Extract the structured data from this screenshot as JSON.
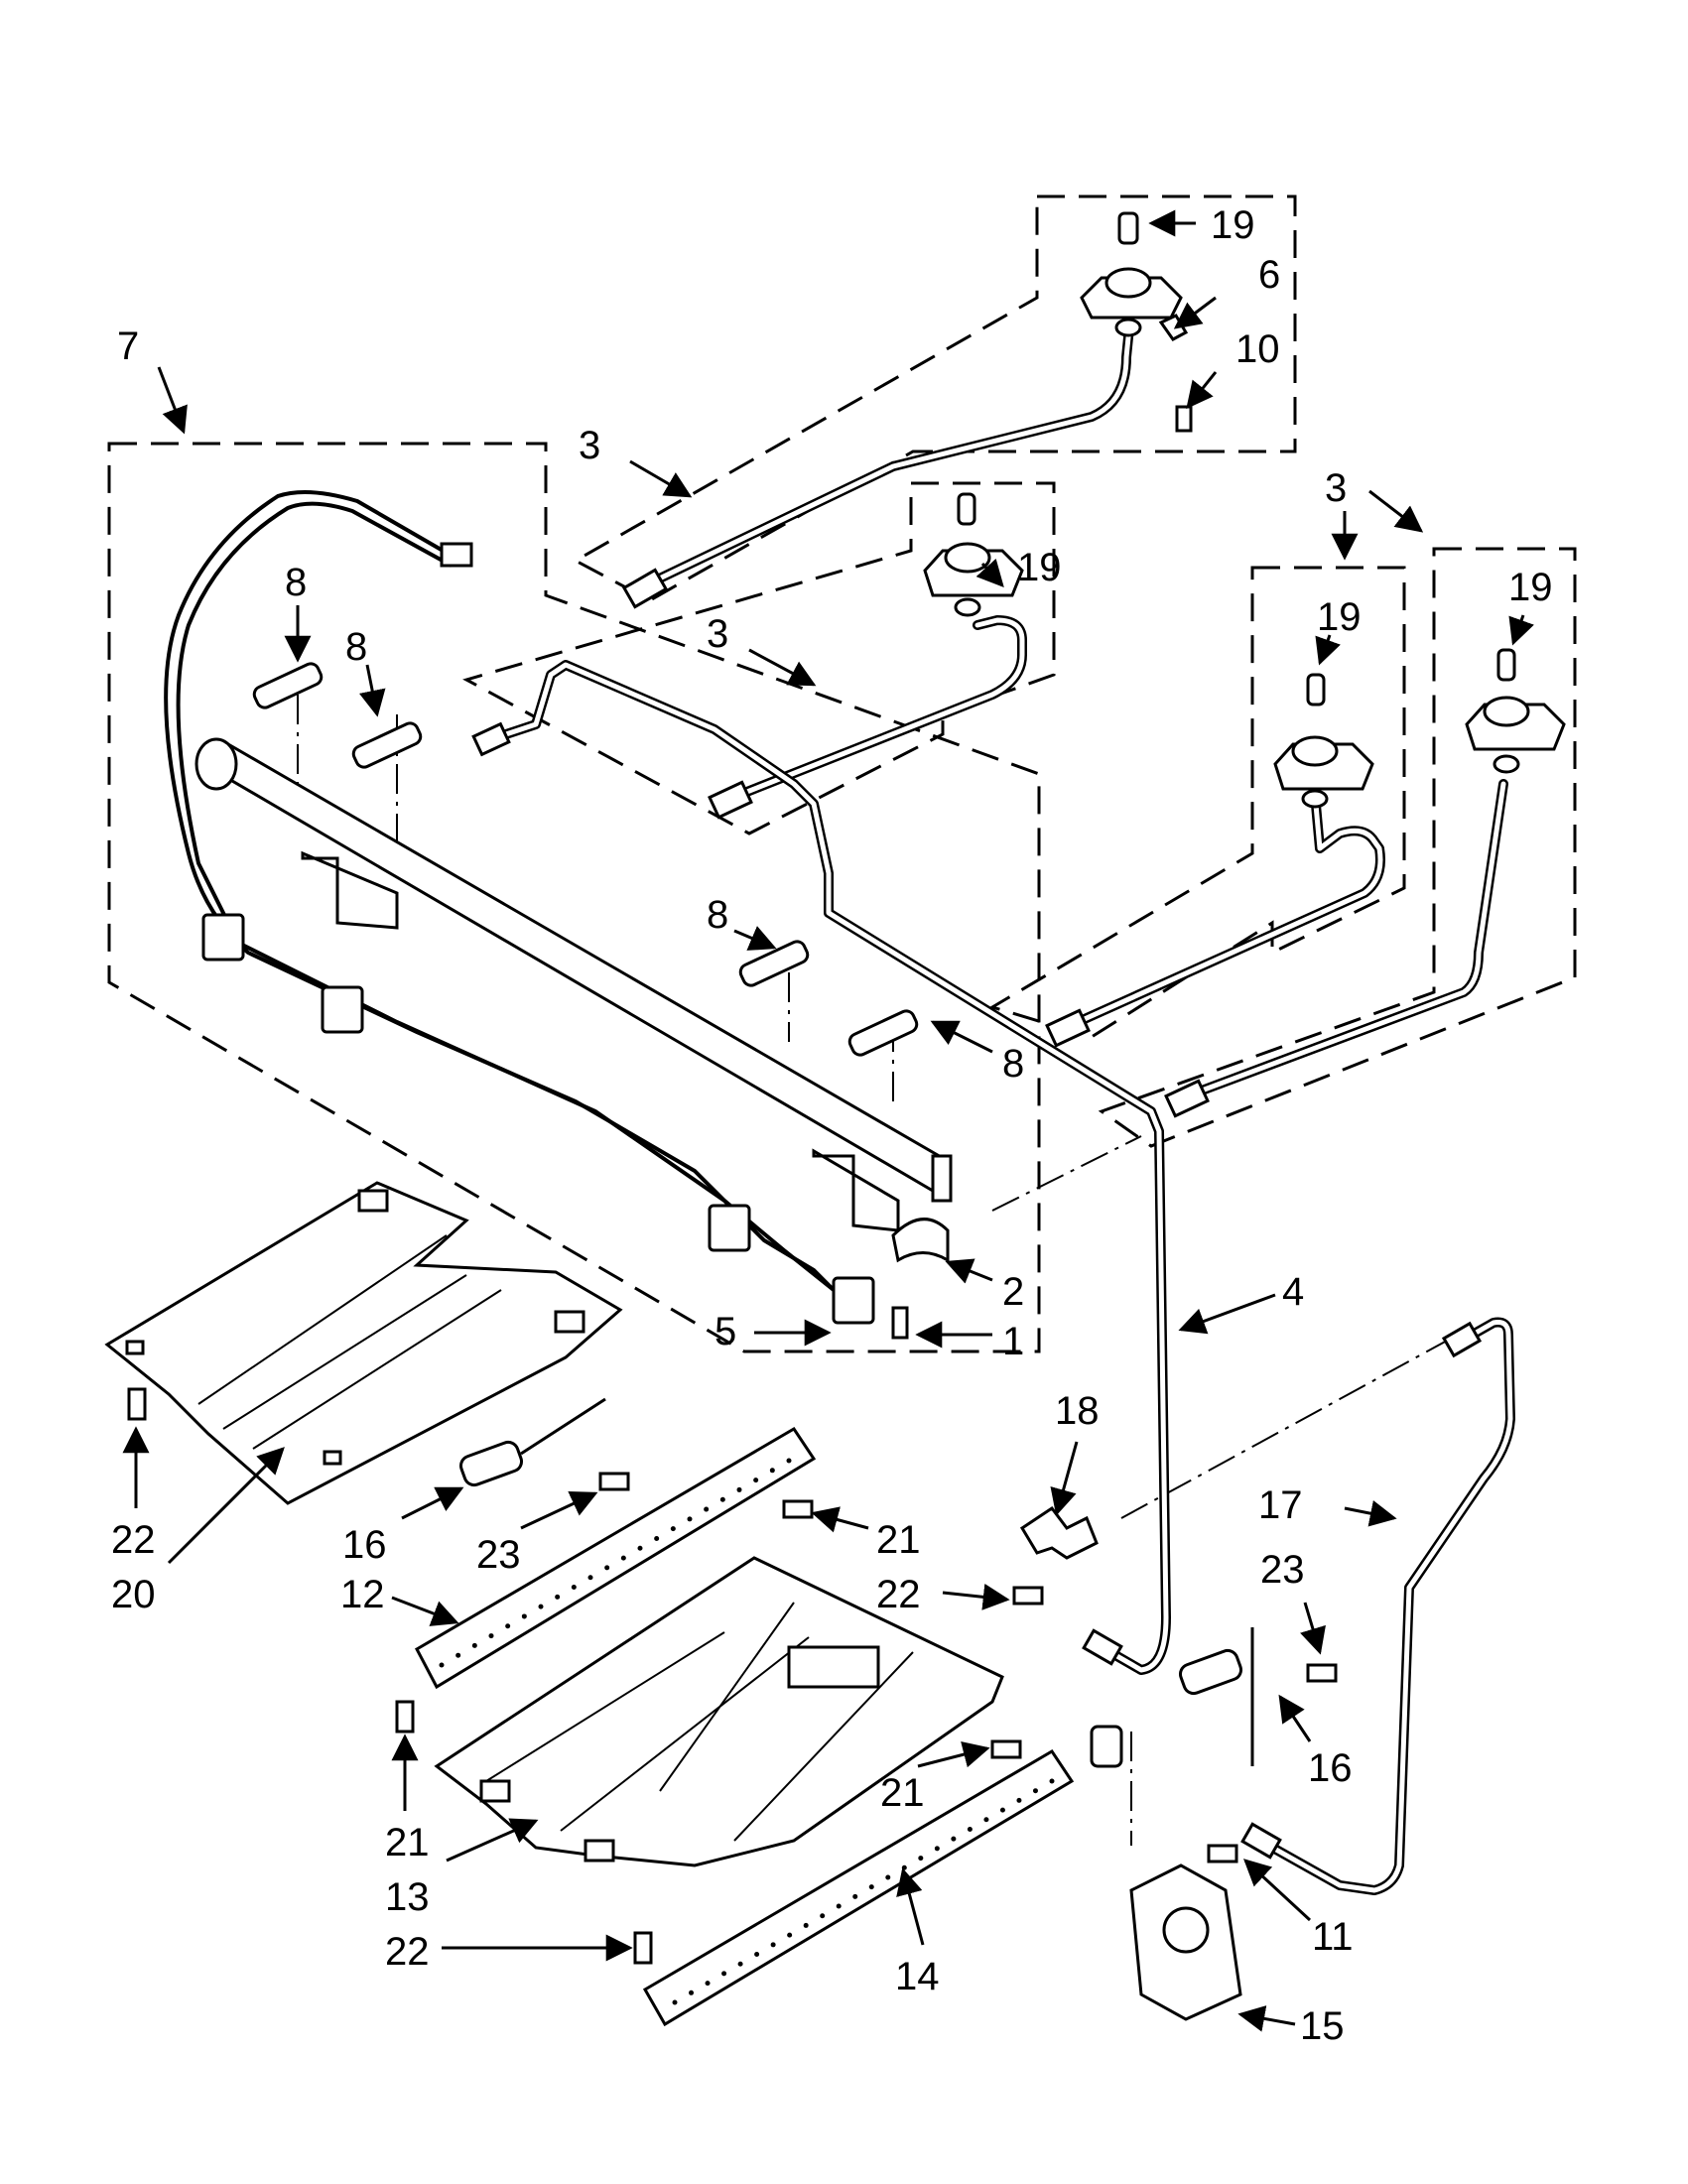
{
  "labels": {
    "l1": "1",
    "l2": "2",
    "l3a": "3",
    "l3b": "3",
    "l3c": "3",
    "l4": "4",
    "l5": "5",
    "l6": "6",
    "l7": "7",
    "l8a": "8",
    "l8b": "8",
    "l8c": "8",
    "l8d": "8",
    "l10": "10",
    "l11": "11",
    "l12": "12",
    "l13": "13",
    "l14": "14",
    "l15": "15",
    "l16a": "16",
    "l16b": "16",
    "l17": "17",
    "l18": "18",
    "l19a": "19",
    "l19b": "19",
    "l19c": "19",
    "l19d": "19",
    "l20": "20",
    "l21a": "21",
    "l21b": "21",
    "l21c": "21",
    "l22a": "22",
    "l22b": "22",
    "l22c": "22",
    "l23a": "23",
    "l23b": "23"
  }
}
